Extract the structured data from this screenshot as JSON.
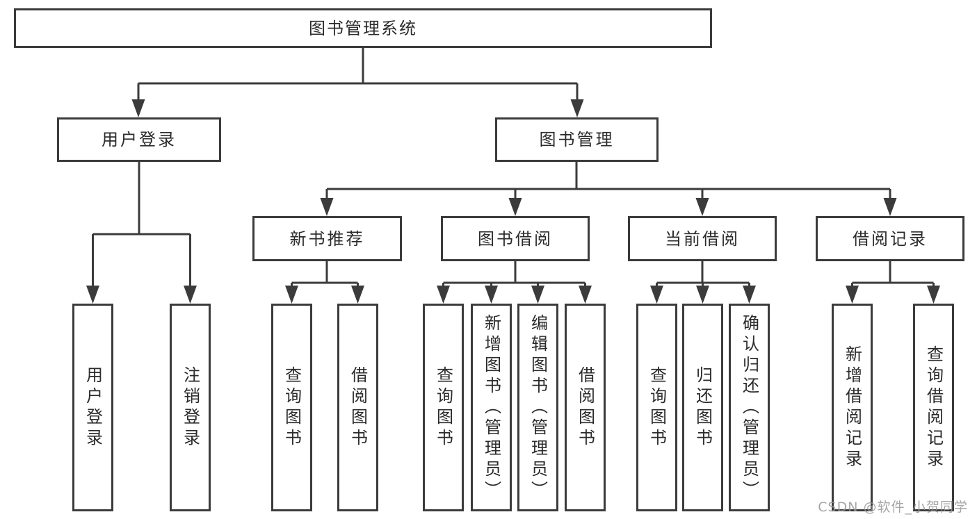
{
  "diagram": {
    "root": {
      "label": "图书管理系统"
    },
    "level2": [
      {
        "label": "用户登录"
      },
      {
        "label": "图书管理"
      }
    ],
    "level3": [
      {
        "label": "新书推荐"
      },
      {
        "label": "图书借阅"
      },
      {
        "label": "当前借阅"
      },
      {
        "label": "借阅记录"
      }
    ],
    "leaves": [
      {
        "label": "用户登录"
      },
      {
        "label": "注销登录"
      },
      {
        "label": "查询图书"
      },
      {
        "label": "借阅图书"
      },
      {
        "label": "查询图书"
      },
      {
        "label": "新增图书（管理员）"
      },
      {
        "label": "编辑图书（管理员）"
      },
      {
        "label": "借阅图书"
      },
      {
        "label": "查询图书"
      },
      {
        "label": "归还图书"
      },
      {
        "label": "确认归还（管理员）"
      },
      {
        "label": "新增借阅记录"
      },
      {
        "label": "查询借阅记录"
      }
    ],
    "watermark": "CSDN @软件_小贺同学",
    "colors": {
      "line": "#3b3b3b",
      "text": "#2b2b2b",
      "box_background": "#ffffff",
      "watermark": "#969696"
    }
  }
}
